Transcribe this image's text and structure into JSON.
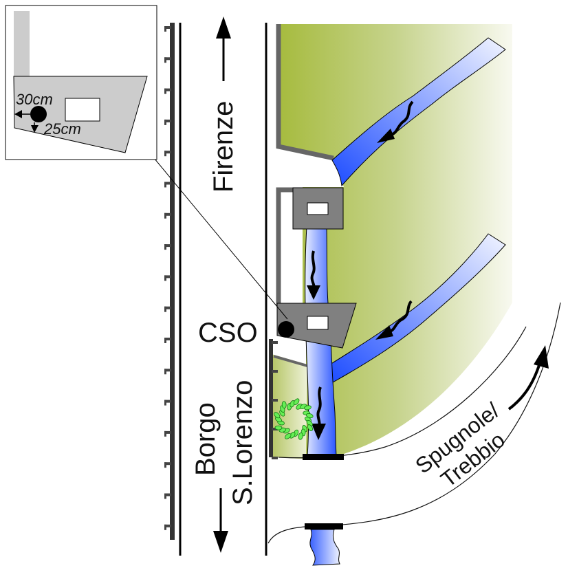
{
  "labels": {
    "firenze": "Firenze",
    "borgo": "Borgo",
    "s_lorenzo": "S.Lorenzo",
    "cso": "CSO",
    "spugnole": "Spugnole/",
    "trebbio": "Trebbio"
  },
  "inset": {
    "horizontal_distance": "30cm",
    "vertical_distance": "25cm"
  },
  "colors": {
    "field_green": "#a6bb3e",
    "field_fade": "#f6f8ee",
    "water_blue": "#1f4fff",
    "water_light": "#e8eeff",
    "structure_gray": "#808080",
    "wall_gray": "#666666",
    "vegetation_green": "#66ee55",
    "inset_gray": "#cccccc"
  }
}
